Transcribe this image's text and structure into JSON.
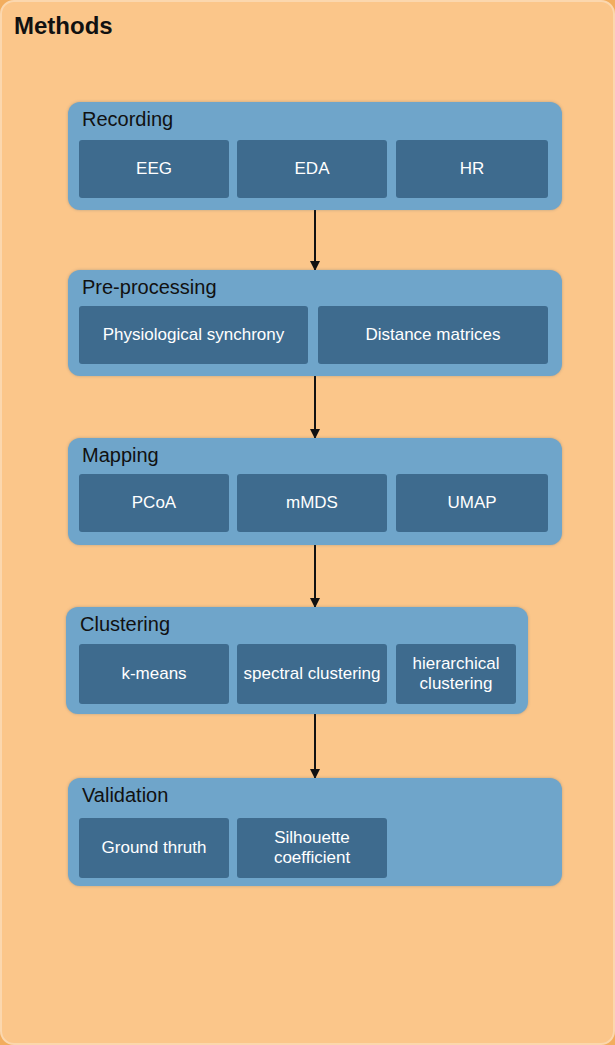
{
  "diagram": {
    "title": "Methods",
    "nodes": [
      {
        "text": [
          "Recording"
        ]
      },
      {
        "text": [
          "EEG"
        ],
        "in": 0
      },
      {
        "text": [
          "EDA"
        ],
        "in": 0
      },
      {
        "text": [
          "HR"
        ],
        "in": 0
      },
      {
        "text": [
          "Pre-processing"
        ]
      },
      {
        "text": [
          "Physiological synchrony"
        ],
        "in": 4
      },
      {
        "text": [
          "Distance matrices"
        ],
        "in": 4
      },
      {
        "text": [
          "Mapping"
        ]
      },
      {
        "text": [
          "PCoA"
        ],
        "in": 7
      },
      {
        "text": [
          "mMDS"
        ],
        "in": 7
      },
      {
        "text": [
          "UMAP"
        ],
        "in": 7
      },
      {
        "text": [
          "Clustering"
        ]
      },
      {
        "text": [
          "k-means"
        ],
        "in": 11
      },
      {
        "text": [
          "spectral clustering"
        ],
        "in": 11
      },
      {
        "text": [
          "hierarchical clustering"
        ],
        "in": 11
      },
      {
        "text": [
          "Validation"
        ]
      },
      {
        "text": [
          "Ground thruth"
        ],
        "in": 15
      },
      {
        "text": [
          "Silhouette coefficient"
        ],
        "in": 15
      }
    ],
    "edges": [
      {
        "from": 0,
        "to": 4,
        "arrow": "to"
      },
      {
        "from": 4,
        "to": 7,
        "arrow": "to"
      },
      {
        "from": 7,
        "to": 11,
        "arrow": "to"
      },
      {
        "from": 11,
        "to": 15,
        "arrow": "to"
      }
    ]
  }
}
